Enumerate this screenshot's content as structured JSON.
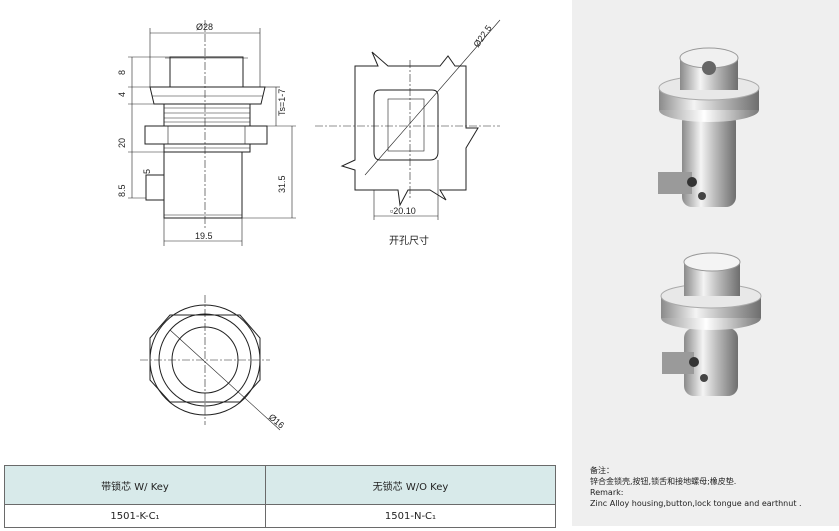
{
  "drawing": {
    "front": {
      "dia_top": "Ø28",
      "dim_8": "8",
      "dim_4": "4",
      "dim_20": "20",
      "dim_5": "5",
      "dim_8_5": "8.5",
      "ts": "Ts=1-7",
      "dim_31_5": "31.5",
      "dim_19_5": "19.5"
    },
    "cutout": {
      "dia": "Ø22.5",
      "square": "▫20.10",
      "caption": "开孔尺寸"
    },
    "bottom": {
      "dia": "Ø16"
    }
  },
  "table": {
    "headers": [
      "带锁芯 W/ Key",
      "无锁芯 W/O Key"
    ],
    "rows": [
      [
        "1501-K-C₁",
        "1501-N-C₁"
      ]
    ]
  },
  "remark": {
    "label_cn": "备注：",
    "text_cn": "锌合金锁壳,按钮,锁舌和接地螺母;橡皮垫.",
    "label_en": "Remark:",
    "text_en": "Zinc Alloy housing,button,lock tongue and earthnut ."
  }
}
